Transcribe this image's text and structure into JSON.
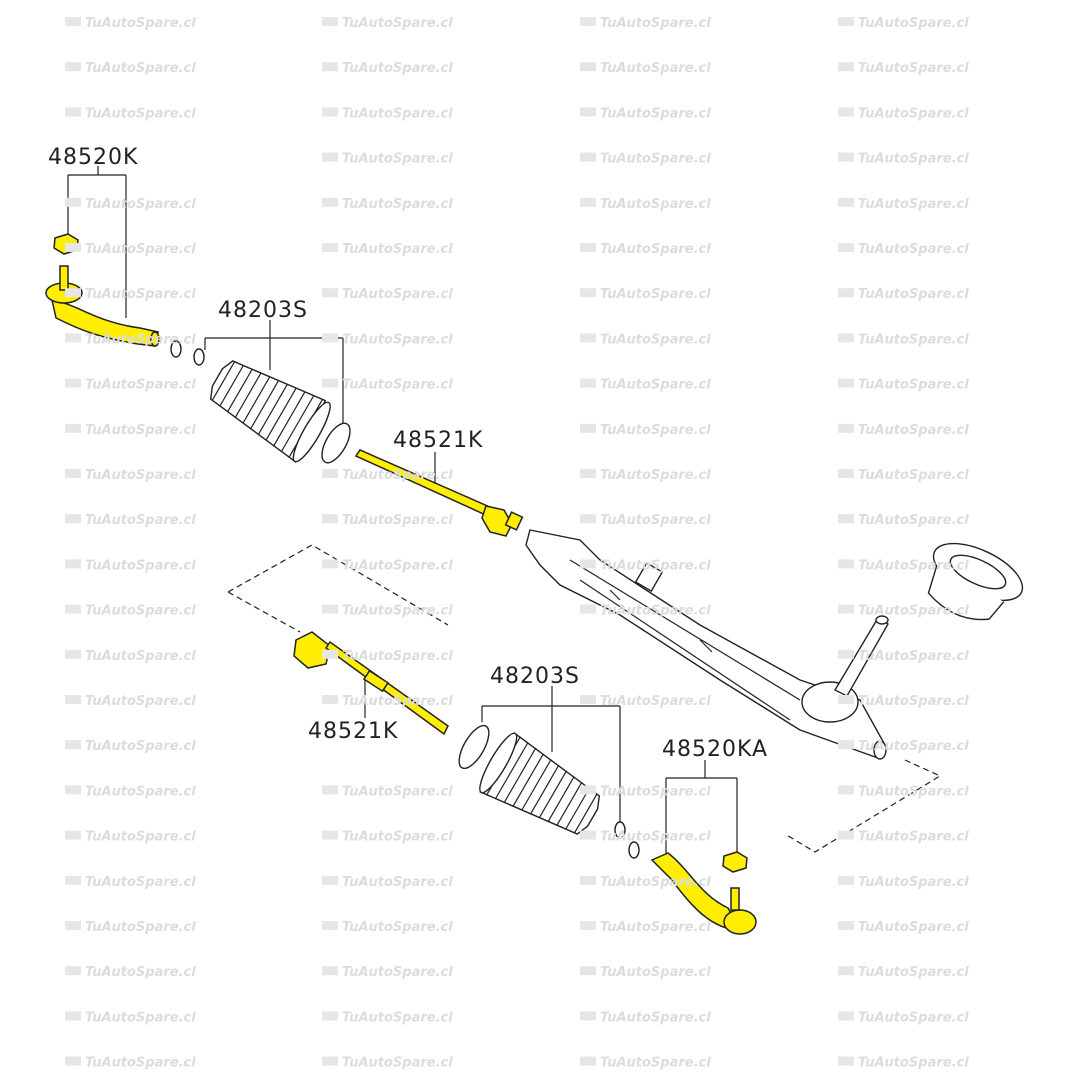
{
  "watermark": "TuAutoSpare.cl",
  "highlight_color": "#ffee00",
  "labels": {
    "tie_rod_end_left": "48520K",
    "boot_kit_top": "48203S",
    "inner_socket_top": "48521K",
    "inner_socket_bottom": "48521K",
    "boot_kit_bottom": "48203S",
    "tie_rod_end_right": "48520KA"
  }
}
